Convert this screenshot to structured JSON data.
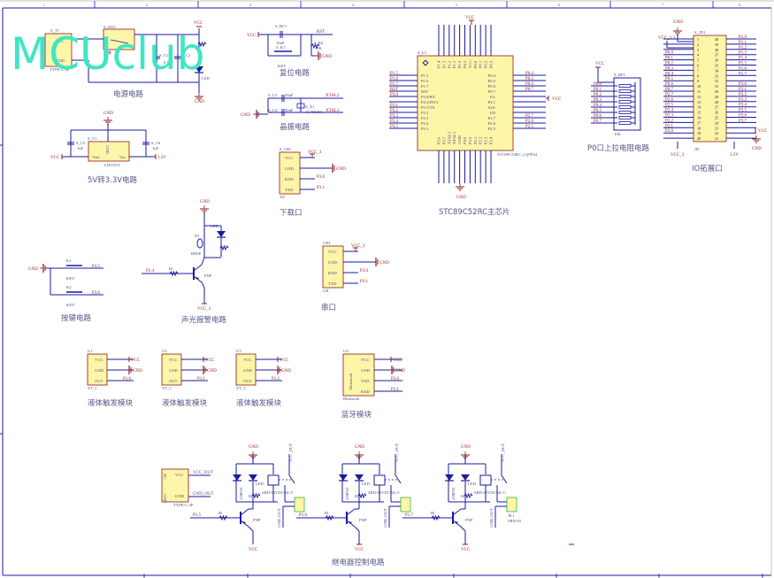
{
  "watermark": "MCUclub",
  "frame": {
    "columns": [
      "1",
      "2",
      "3",
      "4",
      "5",
      "6",
      "7",
      "8"
    ]
  },
  "colors": {
    "wire": "#1a1aa0",
    "net": "#8b1a1a",
    "body": "#fdf5a8",
    "border": "#8b1a1a",
    "connector": "#3cb43c",
    "watermark": "#3ee6c4"
  },
  "power": {
    "title": "电源电路",
    "conn": "S_T1",
    "conn_type": "TYPE-C-2P",
    "conn_pins": [
      "VCC",
      "GND"
    ],
    "switch": "S_SW1",
    "switch_text": "开关",
    "cap1": "S_C1",
    "cap1_val": "0.1uF",
    "cap2": "S_C2",
    "vcc": "VCC",
    "gnd": "GND",
    "led": "LED"
  },
  "reset": {
    "title": "复位电路",
    "vcc": "VCC",
    "cap": "S_RC1",
    "cap_val": "10uF",
    "key_ref": "S_K1",
    "key": "KEY",
    "res": "S_R2",
    "res_val": "10K",
    "rst": "RST",
    "gnd": "GND"
  },
  "crystal": {
    "title": "晶振电路",
    "c3": "S_C3",
    "c4": "S_C4",
    "cval": "30pF",
    "xtal": "S_X1",
    "xtal_val": "11.0592M",
    "xtal2": "XTAL2",
    "xtal1": "XTAL1",
    "gnd": "GND"
  },
  "ldo": {
    "title": "5V转3.3V电路",
    "ref": "S_V1",
    "part": "LDO3V3",
    "pins": [
      "GND",
      "Vout",
      "Vin"
    ],
    "c5": "S_C5",
    "c6": "S_C6",
    "cval": "1uF",
    "gnd": "GND",
    "vcc": "VCC",
    "out": "3.3V"
  },
  "download": {
    "title": "下载口",
    "ref": "S_CH1",
    "foot": "XZ",
    "pins": [
      "VCC",
      "GND",
      "RXD",
      "TXD"
    ],
    "nets": [
      "VCC_3",
      "GND",
      "P3.0",
      "P3.1"
    ]
  },
  "mcu": {
    "title": "STC89C52RC主芯片",
    "ref": "S_U1",
    "part": "STC89C52RC_LQFP44",
    "vcc": "VCC",
    "gnd": "GND",
    "ea_net": "VCC",
    "left": [
      "P1.5",
      "P1.6",
      "P1.7",
      "RST",
      "P3.0/RX",
      "P4.3/INT2",
      "P3.1/TX",
      "P3.2",
      "P3.3",
      "P3.4",
      "P3.5"
    ],
    "left_nets": [
      "P1.5",
      "P1.6",
      "P1.7",
      "RST",
      "P3.0",
      "",
      "P3.1",
      "P3.2",
      "P3.3",
      "P3.4",
      "P3.5"
    ],
    "right": [
      "P0.4",
      "P0.5",
      "P0.6",
      "P0.7",
      "EA",
      "P4.1",
      "ALE",
      "EN",
      "P2.7",
      "P2.6",
      "P2.5"
    ],
    "right_nets": [
      "P0.4",
      "P0.5",
      "P0.6",
      "P0.7",
      "",
      "",
      "",
      "",
      "P2.7",
      "P2.6",
      "P2.5"
    ],
    "top": [
      "P1.4",
      "P1.3",
      "P1.2",
      "P1.1",
      "P1.0",
      "P4.2",
      "VCC",
      "P0.0",
      "P0.1",
      "P0.2",
      "P0.3"
    ],
    "bottom": [
      "P3.6",
      "P3.7",
      "XTAL2",
      "XTAL1",
      "GND",
      "P4.0",
      "P2.0",
      "P2.1",
      "P2.2",
      "P2.3",
      "P2.4"
    ]
  },
  "pullup": {
    "title": "P0口上拉电阻电路",
    "ref": "S_RP1",
    "val": "10K",
    "vcc": "VCC",
    "nets": [
      "P0.0",
      "P0.1",
      "P0.2",
      "P0.3",
      "P0.4",
      "P0.5",
      "P0.6",
      "P0.7"
    ]
  },
  "io": {
    "title": "IO拓展口",
    "ref": "S_JD1",
    "foot": "JD",
    "gnd": "GND",
    "vcc33": "VCC_3.3",
    "vcc3": "VCC_3",
    "vcc": "VCC",
    "v33": "3.3V",
    "gnd2": "GND",
    "left_nets": [
      "",
      "",
      "",
      "P0.0",
      "P0.1",
      "P0.2",
      "P0.3",
      "P0.4",
      "P0.5",
      "P0.6",
      "P0.7",
      "P2.7",
      "P2.6",
      "P2.5",
      "P2.4",
      "P2.3",
      "P2.2",
      "P2.1",
      "P2.0",
      ""
    ],
    "right_nets": [
      "P1.0",
      "P1.1",
      "P1.2",
      "P1.3",
      "P1.4",
      "P1.5",
      "P1.6",
      "P1.7",
      "",
      "P3.0",
      "P3.1",
      "P3.2",
      "P3.3",
      "P3.4",
      "P3.5",
      "P3.6",
      "P3.7",
      "",
      "",
      ""
    ]
  },
  "keys": {
    "title": "按键电路",
    "gnd": "GND",
    "k1": "K1",
    "k2": "K2",
    "key": "KEY",
    "n1": "P3.5",
    "n2": "P3.6"
  },
  "alarm": {
    "title": "声光报警电路",
    "gnd": "GND",
    "buzzer": "D1",
    "buzzer_type": "BEEP",
    "led": "LED",
    "res": "1K",
    "net": "P2.4",
    "tr": "PNP",
    "vcc": "VCC_3"
  },
  "serial": {
    "title": "串口",
    "ref": "CH1",
    "foot": "CH",
    "pins": [
      "VCC",
      "GND",
      "RXD",
      "TXD"
    ],
    "nets": [
      "VCC_3",
      "GND",
      "P3.0",
      "P3.1"
    ]
  },
  "liquid": [
    {
      "title": "液体触发模块",
      "ref": "U1",
      "foot": "YT_C",
      "pins": [
        "VCC",
        "GND",
        "OUT"
      ],
      "nets": [
        "VCC",
        "GND",
        "P1.0"
      ]
    },
    {
      "title": "液体触发模块",
      "ref": "U2",
      "foot": "YT_C",
      "pins": [
        "VCC",
        "GND",
        "OUT"
      ],
      "nets": [
        "VCC",
        "GND",
        "P1.1"
      ]
    },
    {
      "title": "液体触发模块",
      "ref": "U3",
      "foot": "YT_C",
      "pins": [
        "VCC",
        "GND",
        "OUT"
      ],
      "nets": [
        "VCC",
        "GND",
        "P1.2"
      ]
    }
  ],
  "bluetooth": {
    "title": "蓝牙模块",
    "ref": "U4",
    "foot": "Bluetooth",
    "body": "Bluetooth",
    "pins": [
      "VCC",
      "GND",
      "TXD",
      "RXD"
    ],
    "nets": [
      "VCC",
      "GND",
      "P3.0",
      "P3.1"
    ]
  },
  "relay": {
    "title": "继电器控制电路",
    "typec": {
      "pins": [
        "VCC",
        "GND",
        "NC",
        "GND"
      ],
      "part": "TYPE-C-2P",
      "vcc_out": "VCC_OUT",
      "gnd_out": "GND_OUT"
    },
    "units": [
      {
        "gnd": "GND",
        "diode": "1N4007",
        "led": "LED",
        "res_led": "1K",
        "relay": "SRD-05VDC-SL-C",
        "vcc_out": "VCC_OUT",
        "gnd_out": "GND_OUT",
        "net": "P1.5",
        "res": "1K",
        "tr": "PNP",
        "vcc": "VCC"
      },
      {
        "gnd": "GND",
        "diode": "1N4007",
        "led": "LED",
        "res_led": "1K",
        "relay": "SRD-05VDC-SL-C",
        "vcc_out": "VCC_OUT",
        "gnd_out": "GND_OUT",
        "net": "P1.6",
        "res": "1K",
        "tr": "PNP",
        "vcc": "VCC"
      },
      {
        "gnd": "GND",
        "diode": "1N4007",
        "led": "LED",
        "res_led": "1K",
        "relay": "SRD-05VDC-SL-C",
        "vcc_out": "VCC_OUT",
        "gnd_out": "GND_OUT",
        "net": "P1.7",
        "res": "1K",
        "tr": "PNP",
        "vcc": "VCC",
        "jack": "JK1",
        "jack_type": "SRD-03"
      }
    ]
  }
}
